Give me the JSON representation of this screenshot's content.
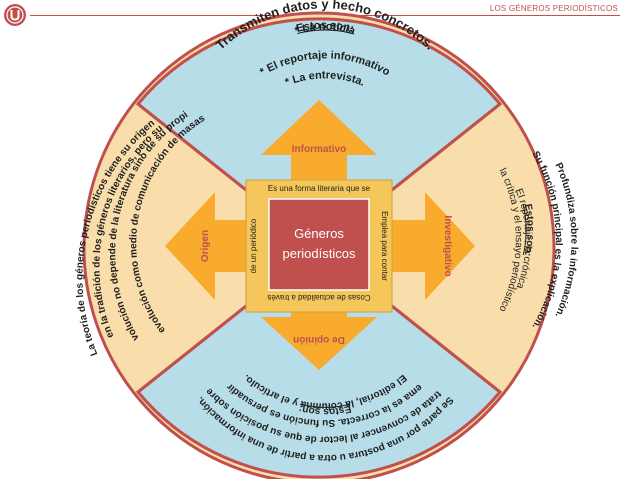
{
  "header": {
    "title": "LOS GÉNEROS PERIODÍSTICOS",
    "logo_letter": "U"
  },
  "center": {
    "line1": "Géneros",
    "line2": "periodísticos"
  },
  "square": {
    "top": "Es una  forma literaria que se",
    "left": "de un periódico",
    "right": "Emplea para contar",
    "bottom": "Cosas de actualidad a través"
  },
  "arrows": {
    "top": "Informativo",
    "left": "Origen",
    "right": "Investigativo",
    "bottom": "De opinión"
  },
  "sections": {
    "top": [
      "Transmiten datos y hecho concretos.",
      "Estos son:",
      "* La noticia",
      "* El reportaje informativo",
      "* La entrevista."
    ],
    "right": [
      "Profundiza sobre la información.",
      "Su función principal es la explicación.",
      "Estos son:",
      "El reportaje, la crónica,",
      "la crítica y el ensayo periodístico"
    ],
    "bottom": [
      "Se parte por una postura u otra a partir de una información.",
      "Se trata de convencer al lector de que su posición sobre el",
      "tema es la correcta. Su función es persuadir.",
      "Estos son:",
      "El editorial, la columna y el artículo."
    ],
    "left": [
      "La teoría de los géneros periodísticos tiene su origen",
      "en la tradición de los géneros literarios, pero su",
      "evolución no depende de la literatura sino de su propia",
      "evolución como medio de comunicación de masas"
    ]
  },
  "colors": {
    "accent": "#c0504d",
    "wheel_blue": "#b7dde8",
    "wheel_tan": "#f9deab",
    "wheel_border": "#c0504d",
    "square_gold": "#f5c75a",
    "center_red": "#c0504d",
    "arrow_orange": "#f8ab2c",
    "arrow_text": "#c0504d",
    "text_dark": "#1f1f1f"
  }
}
